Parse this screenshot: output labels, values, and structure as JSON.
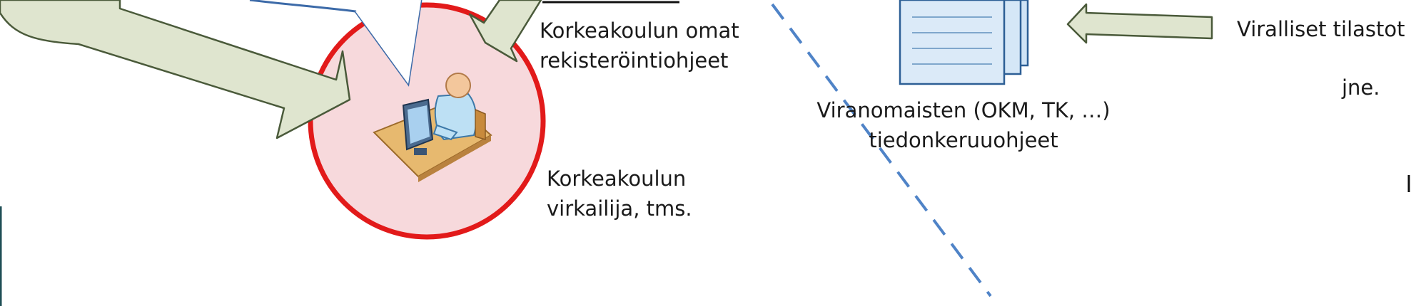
{
  "labels": {
    "own_instructions": [
      "Korkeakoulun omat",
      "rekisteröintiohjeet"
    ],
    "official_stats": "Viralliset tilastot",
    "etc": "jne.",
    "authority_instructions": [
      "Viranomaisten (OKM, TK, …)",
      "tiedonkeruuohjeet"
    ],
    "clerk": [
      "Korkeakoulun",
      "virkailija, tms."
    ]
  },
  "icons": {
    "clerk": "person-at-computer-icon",
    "document": "document-stack-icon"
  },
  "colors": {
    "circle_fill": "#f7d9dc",
    "circle_stroke": "#e21a1a",
    "arrow_fill": "#dfe5cf",
    "arrow_stroke": "#4a5a3a",
    "speech_stroke": "#3c6aa8",
    "dashed_line": "#4f83c7",
    "doc_fill": "#cfe3f5",
    "doc_stroke": "#2d5f95"
  }
}
